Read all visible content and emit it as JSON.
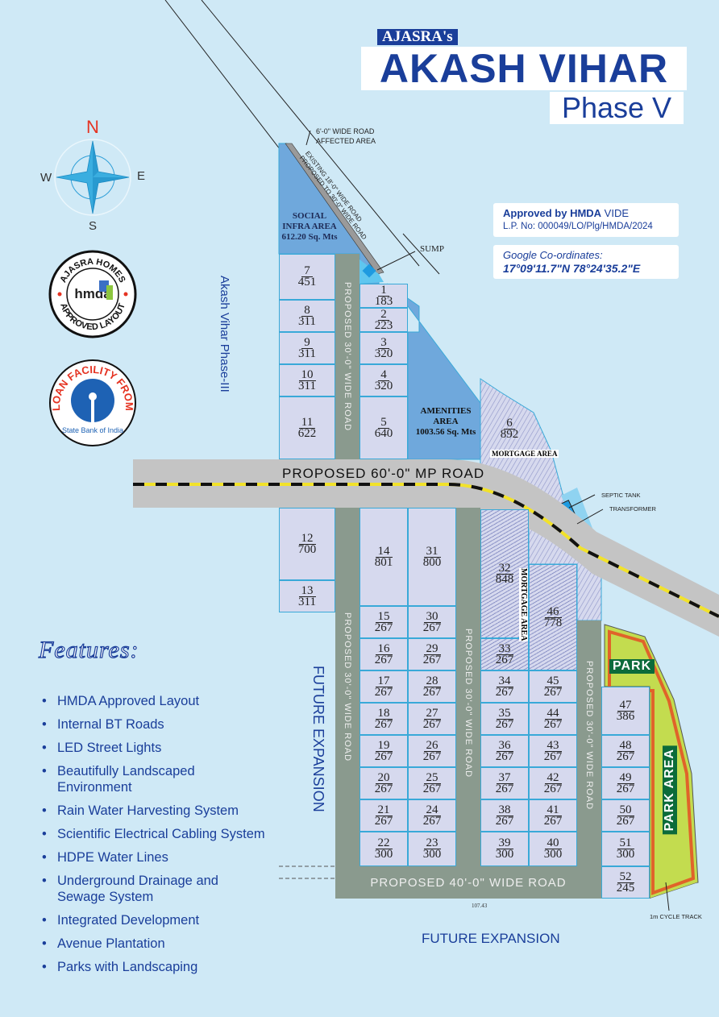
{
  "header": {
    "brand": "AJASRA's",
    "title": "AKASH VIHAR",
    "phase": "Phase V"
  },
  "approval": {
    "line1_bold": "Approved by HMDA",
    "line1_rest": " VIDE",
    "line2": "L.P. No: 000049/LO/Plg/HMDA/2024"
  },
  "coordinates": {
    "label": "Google Co-ordinates:",
    "value": "17°09'11.7\"N 78°24'35.2\"E"
  },
  "compass": {
    "n": "N",
    "s": "S",
    "e": "E",
    "w": "W"
  },
  "logos": {
    "hmda_seal": "AJASRA HOMES hmda APPROVED LAYOUT",
    "sbi_seal": "LOAN FACILITY FROM",
    "sbi_name": "State Bank of India"
  },
  "labels": {
    "phase3": "Akash Vihar Phase-III",
    "future_left": "FUTURE EXPANSION",
    "future_bottom": "FUTURE EXPANSION",
    "mp_road": "PROPOSED 60'-0\" MP ROAD",
    "road40": "PROPOSED 40'-0\" WIDE ROAD",
    "road30": "PROPOSED 30'-0\" WIDE ROAD",
    "existing_road": "EXISTING 18'-0\" WIDE ROAD PROPOSED TO 30'-0\" WIDE ROAD",
    "affected": "6'-0\" WIDE ROAD AFFECTED AREA",
    "sump": "SUMP",
    "septic": "SEPTIC TANK",
    "transformer": "TRANSFORMER",
    "social_name": "SOCIAL INFRA AREA",
    "social_area": "612.20 Sq. Mts",
    "amenities_name": "AMENITIES AREA",
    "amenities_area": "1003.56 Sq. Mts",
    "mortgage": "MORTGAGE AREA",
    "park": "PARK",
    "park_area": "PARK AREA",
    "cycle": "1m CYCLE TRACK",
    "dim_total": "107.43"
  },
  "plots": [
    {
      "no": "7",
      "area": "451"
    },
    {
      "no": "8",
      "area": "311"
    },
    {
      "no": "9",
      "area": "311"
    },
    {
      "no": "10",
      "area": "311"
    },
    {
      "no": "11",
      "area": "622"
    },
    {
      "no": "12",
      "area": "700"
    },
    {
      "no": "13",
      "area": "311"
    },
    {
      "no": "1",
      "area": "183"
    },
    {
      "no": "2",
      "area": "223"
    },
    {
      "no": "3",
      "area": "320"
    },
    {
      "no": "4",
      "area": "320"
    },
    {
      "no": "5",
      "area": "640"
    },
    {
      "no": "14",
      "area": "801"
    },
    {
      "no": "15",
      "area": "267"
    },
    {
      "no": "16",
      "area": "267"
    },
    {
      "no": "17",
      "area": "267"
    },
    {
      "no": "18",
      "area": "267"
    },
    {
      "no": "19",
      "area": "267"
    },
    {
      "no": "20",
      "area": "267"
    },
    {
      "no": "21",
      "area": "267"
    },
    {
      "no": "22",
      "area": "300"
    },
    {
      "no": "31",
      "area": "800"
    },
    {
      "no": "30",
      "area": "267"
    },
    {
      "no": "29",
      "area": "267"
    },
    {
      "no": "28",
      "area": "267"
    },
    {
      "no": "27",
      "area": "267"
    },
    {
      "no": "26",
      "area": "267"
    },
    {
      "no": "25",
      "area": "267"
    },
    {
      "no": "24",
      "area": "267"
    },
    {
      "no": "23",
      "area": "300"
    },
    {
      "no": "32",
      "area": "848"
    },
    {
      "no": "33",
      "area": "267"
    },
    {
      "no": "34",
      "area": "267"
    },
    {
      "no": "35",
      "area": "267"
    },
    {
      "no": "36",
      "area": "267"
    },
    {
      "no": "37",
      "area": "267"
    },
    {
      "no": "38",
      "area": "267"
    },
    {
      "no": "39",
      "area": "300"
    },
    {
      "no": "46",
      "area": "778"
    },
    {
      "no": "45",
      "area": "267"
    },
    {
      "no": "44",
      "area": "267"
    },
    {
      "no": "43",
      "area": "267"
    },
    {
      "no": "42",
      "area": "267"
    },
    {
      "no": "41",
      "area": "267"
    },
    {
      "no": "40",
      "area": "300"
    },
    {
      "no": "47",
      "area": "386"
    },
    {
      "no": "48",
      "area": "267"
    },
    {
      "no": "49",
      "area": "267"
    },
    {
      "no": "50",
      "area": "267"
    },
    {
      "no": "51",
      "area": "300"
    },
    {
      "no": "52",
      "area": "245"
    },
    {
      "no": "6",
      "area": "892"
    }
  ],
  "features": {
    "title": "Features:",
    "items": [
      "HMDA Approved Layout",
      "Internal BT Roads",
      "LED Street Lights",
      "Beautifully Landscaped Environment",
      "Rain Water Harvesting System",
      "Scientific Electrical Cabling System",
      "HDPE Water Lines",
      "Underground Drainage and Sewage System",
      "Integrated Development",
      "Avenue Plantation",
      "Parks with Landscaping"
    ]
  },
  "colors": {
    "bg": "#cfe9f6",
    "brand": "#1a3e9a",
    "plot": "#d6d9ee",
    "road": "#8a9a8e",
    "park": "#c3dc4f",
    "park_label": "#0c6b3a"
  }
}
